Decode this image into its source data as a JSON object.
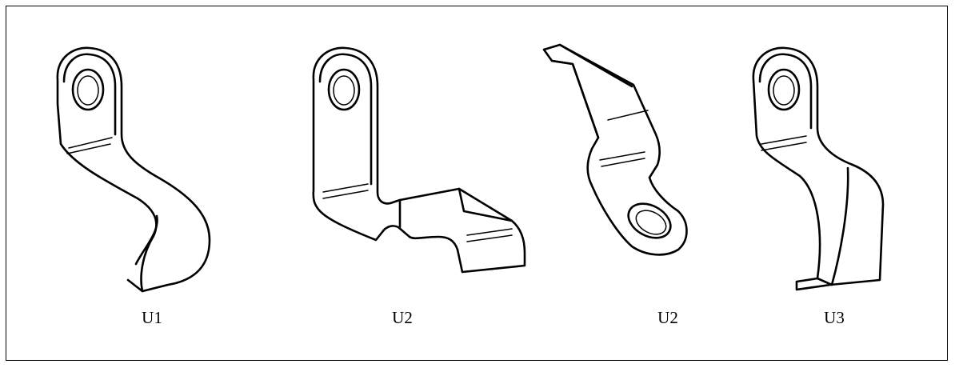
{
  "figure": {
    "parts": [
      {
        "label": "U1"
      },
      {
        "label": "U2"
      },
      {
        "label": "U2"
      },
      {
        "label": "U3"
      }
    ]
  }
}
